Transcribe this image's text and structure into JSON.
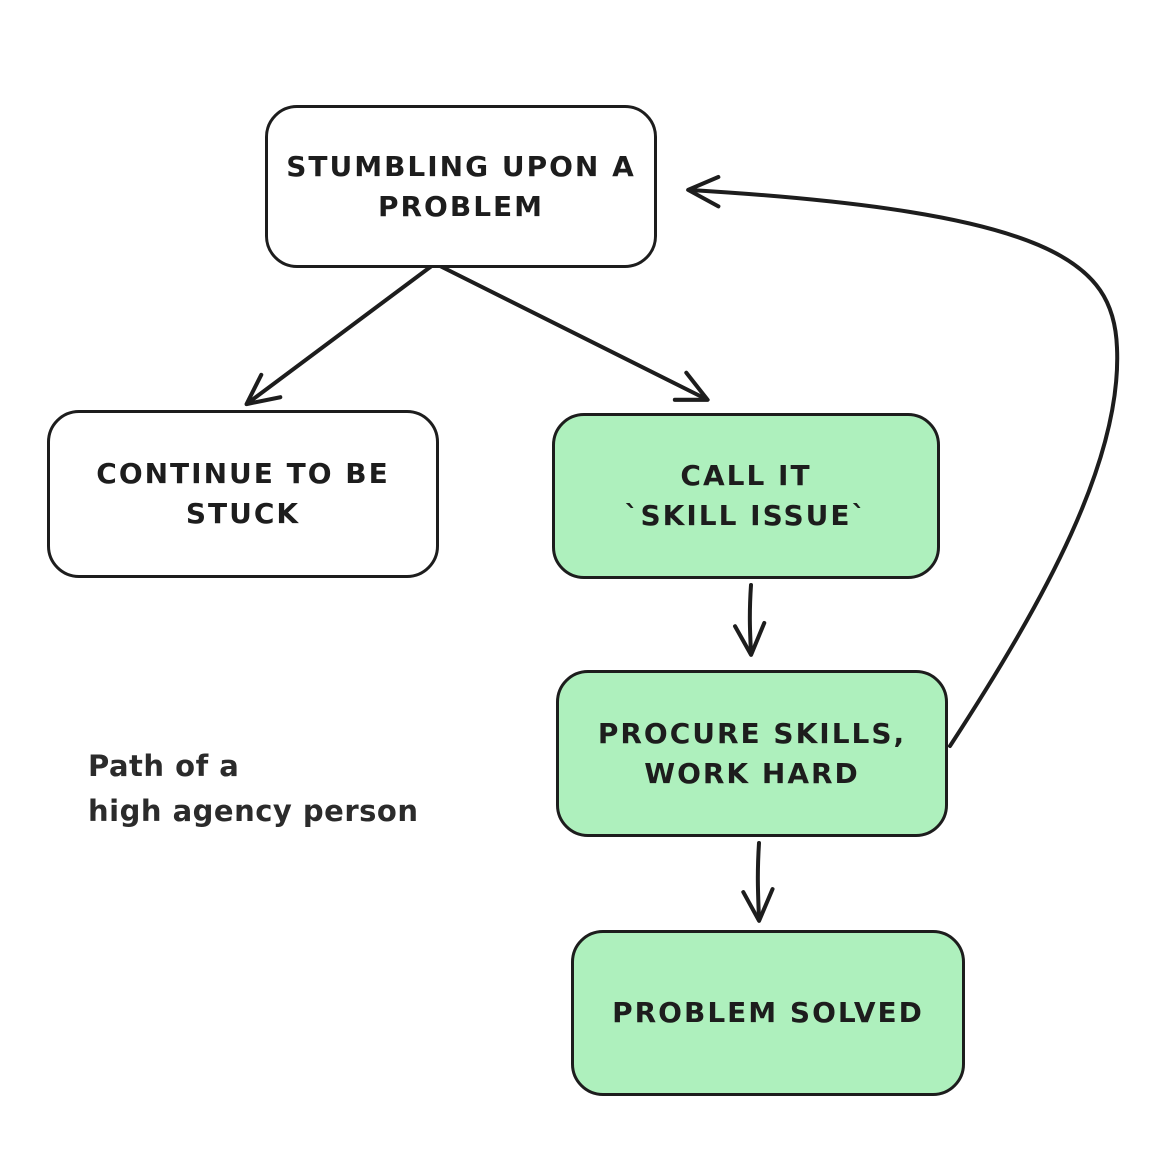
{
  "colors": {
    "background": "#ffffff",
    "stroke": "#1d1d1d",
    "node_white_fill": "#ffffff",
    "node_green_fill": "#aef0bd",
    "text": "#1d1d1d"
  },
  "nodes": [
    {
      "id": "stumbling-upon-a-problem",
      "fill": "white",
      "lines": [
        "STUMBLING UPON A",
        "PROBLEM"
      ]
    },
    {
      "id": "continue-to-be-stuck",
      "fill": "white",
      "lines": [
        "CONTINUE TO BE",
        "STUCK"
      ]
    },
    {
      "id": "call-it-skill-issue",
      "fill": "green",
      "lines": [
        "CALL IT",
        "`SKILL ISSUE`"
      ]
    },
    {
      "id": "procure-skills-work-hard",
      "fill": "green",
      "lines": [
        "PROCURE SKILLS,",
        "WORK HARD"
      ]
    },
    {
      "id": "problem-solved",
      "fill": "green",
      "lines": [
        "PROBLEM SOLVED"
      ]
    }
  ],
  "caption": {
    "lines": [
      "Path of a",
      "high agency person"
    ]
  },
  "edges": [
    {
      "from": "stumbling-upon-a-problem",
      "to": "continue-to-be-stuck",
      "style": "straight"
    },
    {
      "from": "stumbling-upon-a-problem",
      "to": "call-it-skill-issue",
      "style": "straight"
    },
    {
      "from": "call-it-skill-issue",
      "to": "procure-skills-work-hard",
      "style": "straight"
    },
    {
      "from": "procure-skills-work-hard",
      "to": "problem-solved",
      "style": "straight"
    },
    {
      "from": "procure-skills-work-hard",
      "to": "stumbling-upon-a-problem",
      "style": "curved"
    }
  ]
}
